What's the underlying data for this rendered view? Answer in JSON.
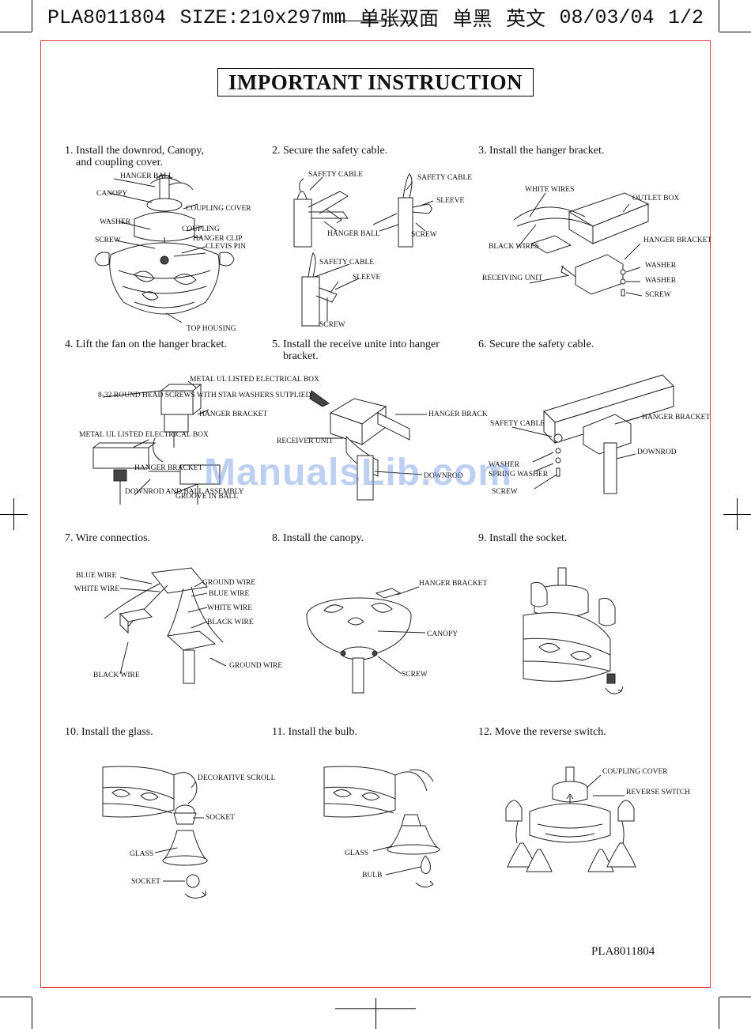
{
  "header": {
    "code": "PLA8011804",
    "size": "SIZE:210x297mm",
    "sides": "单张双面",
    "color": "单黑",
    "language": "英文",
    "date": "08/03/04",
    "page": "1/2"
  },
  "title": "IMPORTANT INSTRUCTION",
  "watermark": "ManualsLib.com",
  "footer_code": "PLA8011804",
  "steps": [
    {
      "title": "1. Install the downrod, Canopy,\n    and coupling cover.",
      "labels": [
        "HANGER BALL",
        "CANOPY",
        "COUPLING COVER",
        "WASHER",
        "COUPLING",
        "HANGER CLIP",
        "CLEVIS PIN",
        "SCREW",
        "TOP HOUSING"
      ]
    },
    {
      "title": "2. Secure the safety cable.",
      "labels": [
        "SAFETY CABLE",
        "SAFETY CABLE",
        "SLEEVE",
        "HANGER BALL",
        "SCREW",
        "SAFETY CABLE",
        "SLEEVE",
        "SCREW"
      ]
    },
    {
      "title": "3. Install the hanger bracket.",
      "labels": [
        "WHITE WIRES",
        "OUTLET BOX",
        "BLACK WIRES",
        "HANGER BRACKET",
        "WASHER",
        "WASHER",
        "RECEIVING UNIT",
        "SCREW"
      ]
    },
    {
      "title": "4. Lift the fan on the hanger bracket.",
      "labels": [
        "METAL UL LISTED ELECTRICAL BOX",
        "8-32 ROUND HEAD SCREWS WITH STAR WASHERS SUTPLIED",
        "HANGER BRACKET",
        "METAL UL LISTED ELECTRICAL BOX",
        "HANGER BRACKET",
        "DOWNROD AND BALL ASSEMBLY",
        "GROOVE IN BALL"
      ]
    },
    {
      "title": "5. Install the receive unite into hanger\n    bracket.",
      "labels": [
        "HANGER BRACK",
        "RECEIVER UNIT",
        "DOWNROD"
      ]
    },
    {
      "title": "6. Secure the safety cable.",
      "labels": [
        "SAFETY CABLE",
        "HANGER BRACKET",
        "DOWNROD",
        "WASHER",
        "SPRING WASHER",
        "SCREW"
      ]
    },
    {
      "title": "7. Wire connectios.",
      "labels": [
        "BLUE WIRE",
        "WHITE WIRE",
        "GROUND WIRE",
        "BLUE WIRE",
        "WHITE WIRE",
        "BLACK WIRE",
        "BLACK WIRE",
        "GROUND WIRE"
      ]
    },
    {
      "title": "8. Install the canopy.",
      "labels": [
        "HANGER BRACKET",
        "CANOPY",
        "SCREW"
      ]
    },
    {
      "title": "9. Install the socket.",
      "labels": []
    },
    {
      "title": "10. Install the glass.",
      "labels": [
        "DECORATIVE SCROLL",
        "SOCKET",
        "GLASS",
        "SOCKET"
      ]
    },
    {
      "title": "11. Install the bulb.",
      "labels": [
        "GLASS",
        "BULB"
      ]
    },
    {
      "title": "12. Move the reverse switch.",
      "labels": [
        "COUPLING COVER",
        "REVERSE SWITCH"
      ]
    }
  ]
}
